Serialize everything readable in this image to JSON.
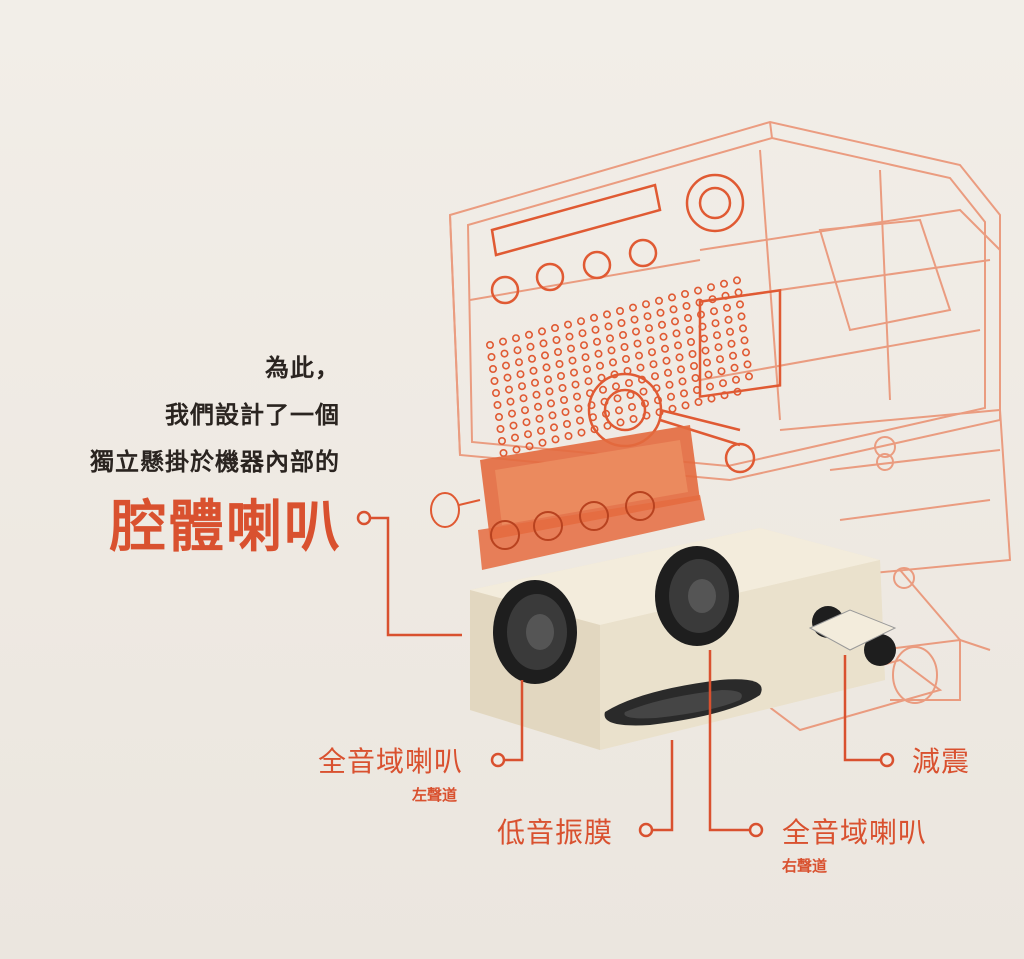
{
  "intro": {
    "line1": "為此，",
    "line2": "我們設計了一個",
    "line3": "獨立懸掛於機器內部的"
  },
  "headline": "腔體喇叭",
  "callouts": {
    "left_speaker": {
      "label": "全音域喇叭",
      "sub": "左聲道"
    },
    "bass_membrane": {
      "label": "低音振膜"
    },
    "right_speaker": {
      "label": "全音域喇叭",
      "sub": "右聲道"
    },
    "damper": {
      "label": "減震"
    }
  },
  "colors": {
    "accent": "#d9512f",
    "text_dark": "#2a2420",
    "background": "#f0ebe4",
    "speaker_body": "#ece3cf"
  }
}
